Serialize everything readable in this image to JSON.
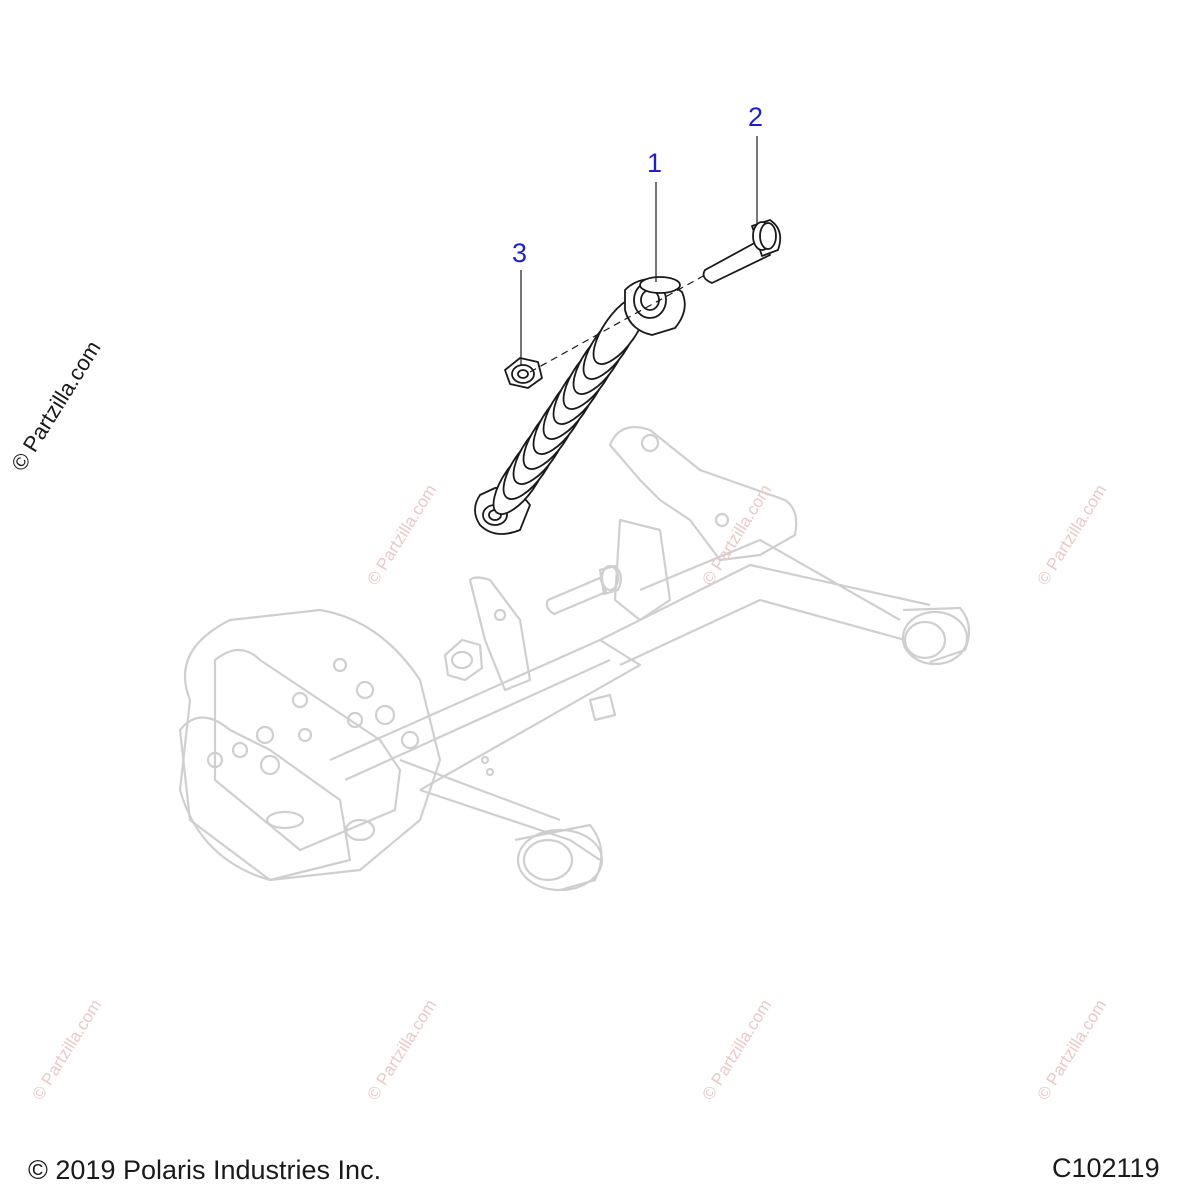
{
  "callouts": [
    {
      "number": "1"
    },
    {
      "number": "2"
    },
    {
      "number": "3"
    }
  ],
  "watermark_text": "© Partzilla.com",
  "side_credit": "© Partzilla.com",
  "copyright": "© 2019 Polaris Industries Inc.",
  "figure_code": "C102119",
  "colors": {
    "callout": "#1f1fd0",
    "part_line": "#1a1a1a",
    "ghost_frame": "#cfcfcf",
    "watermark": "#e9c9c9"
  }
}
